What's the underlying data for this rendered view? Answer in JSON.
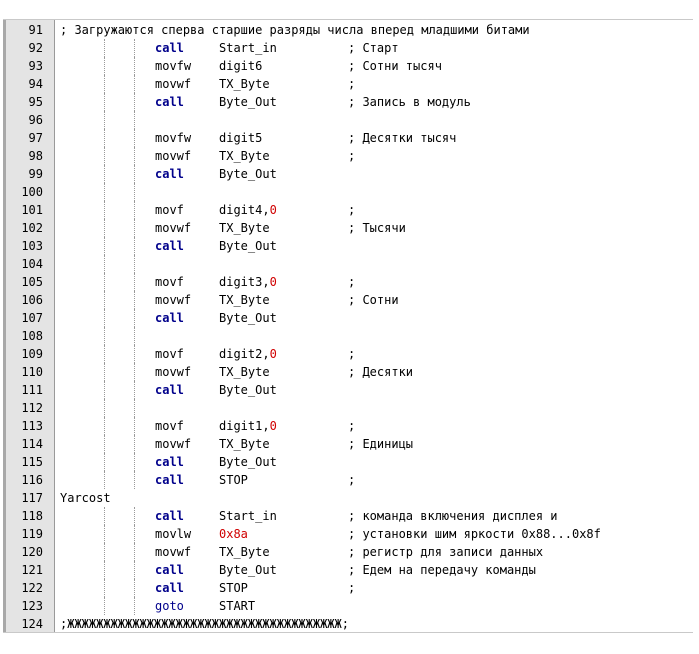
{
  "editor": {
    "lines": [
      {
        "n": "91",
        "kind": "comment",
        "text": "; Загружаются сперва старшие разряды числа вперед младшими битами"
      },
      {
        "n": "92",
        "kind": "instr",
        "op": "call",
        "opStyle": "kw",
        "arg": "Start_in",
        "comment": "; Старт"
      },
      {
        "n": "93",
        "kind": "instr",
        "op": "movfw",
        "arg": "digit6",
        "comment": "; Сотни тысяч"
      },
      {
        "n": "94",
        "kind": "instr",
        "op": "movwf",
        "arg": "TX_Byte",
        "comment": ";"
      },
      {
        "n": "95",
        "kind": "instr",
        "op": "call",
        "opStyle": "kw",
        "arg": "Byte_Out",
        "comment": "; Запись в модуль"
      },
      {
        "n": "96",
        "kind": "blank"
      },
      {
        "n": "97",
        "kind": "instr",
        "op": "movfw",
        "arg": "digit5",
        "comment": "; Десятки тысяч"
      },
      {
        "n": "98",
        "kind": "instr",
        "op": "movwf",
        "arg": "TX_Byte",
        "comment": ";"
      },
      {
        "n": "99",
        "kind": "instr",
        "op": "call",
        "opStyle": "kw",
        "arg": "Byte_Out",
        "comment": ""
      },
      {
        "n": "100",
        "kind": "blank"
      },
      {
        "n": "101",
        "kind": "instr",
        "op": "movf",
        "arg": "digit4,",
        "argNum": "0",
        "comment": ";"
      },
      {
        "n": "102",
        "kind": "instr",
        "op": "movwf",
        "arg": "TX_Byte",
        "comment": "; Тысячи"
      },
      {
        "n": "103",
        "kind": "instr",
        "op": "call",
        "opStyle": "kw",
        "arg": "Byte_Out",
        "comment": ""
      },
      {
        "n": "104",
        "kind": "blank"
      },
      {
        "n": "105",
        "kind": "instr",
        "op": "movf",
        "arg": "digit3,",
        "argNum": "0",
        "comment": ";"
      },
      {
        "n": "106",
        "kind": "instr",
        "op": "movwf",
        "arg": "TX_Byte",
        "comment": "; Сотни"
      },
      {
        "n": "107",
        "kind": "instr",
        "op": "call",
        "opStyle": "kw",
        "arg": "Byte_Out",
        "comment": ""
      },
      {
        "n": "108",
        "kind": "blank"
      },
      {
        "n": "109",
        "kind": "instr",
        "op": "movf",
        "arg": "digit2,",
        "argNum": "0",
        "comment": ";"
      },
      {
        "n": "110",
        "kind": "instr",
        "op": "movwf",
        "arg": "TX_Byte",
        "comment": "; Десятки"
      },
      {
        "n": "111",
        "kind": "instr",
        "op": "call",
        "opStyle": "kw",
        "arg": "Byte_Out",
        "comment": ""
      },
      {
        "n": "112",
        "kind": "blank"
      },
      {
        "n": "113",
        "kind": "instr",
        "op": "movf",
        "arg": "digit1,",
        "argNum": "0",
        "comment": ";"
      },
      {
        "n": "114",
        "kind": "instr",
        "op": "movwf",
        "arg": "TX_Byte",
        "comment": "; Единицы"
      },
      {
        "n": "115",
        "kind": "instr",
        "op": "call",
        "opStyle": "kw",
        "arg": "Byte_Out",
        "comment": ""
      },
      {
        "n": "116",
        "kind": "instr",
        "op": "call",
        "opStyle": "kw",
        "arg": "STOP",
        "comment": ";"
      },
      {
        "n": "117",
        "kind": "label",
        "text": "Yarcost"
      },
      {
        "n": "118",
        "kind": "instr",
        "op": "call",
        "opStyle": "kw",
        "arg": "Start_in",
        "comment": "; команда включения дисплея и"
      },
      {
        "n": "119",
        "kind": "instr",
        "op": "movlw",
        "argNumOnly": "0x8a",
        "comment": "; установки шим яркости 0x88...0x8f"
      },
      {
        "n": "120",
        "kind": "instr",
        "op": "movwf",
        "arg": "TX_Byte",
        "comment": "; регистр для записи данных"
      },
      {
        "n": "121",
        "kind": "instr",
        "op": "call",
        "opStyle": "kw",
        "arg": "Byte_Out",
        "comment": "; Едем на передачу команды"
      },
      {
        "n": "122",
        "kind": "instr",
        "op": "call",
        "opStyle": "kw",
        "arg": "STOP",
        "comment": ";"
      },
      {
        "n": "123",
        "kind": "instr",
        "op": "goto",
        "opStyle": "kw-plain",
        "arg": "START",
        "comment": ""
      },
      {
        "n": "124",
        "kind": "comment",
        "text": ";ЖЖЖЖЖЖЖЖЖЖЖЖЖЖЖЖЖЖЖЖЖЖЖЖЖЖЖЖЖЖЖЖЖЖЖЖЖЖ;"
      }
    ]
  },
  "colors": {
    "keyword": "#00008b",
    "number": "#d00000",
    "gutter": "#e4e4e4"
  }
}
